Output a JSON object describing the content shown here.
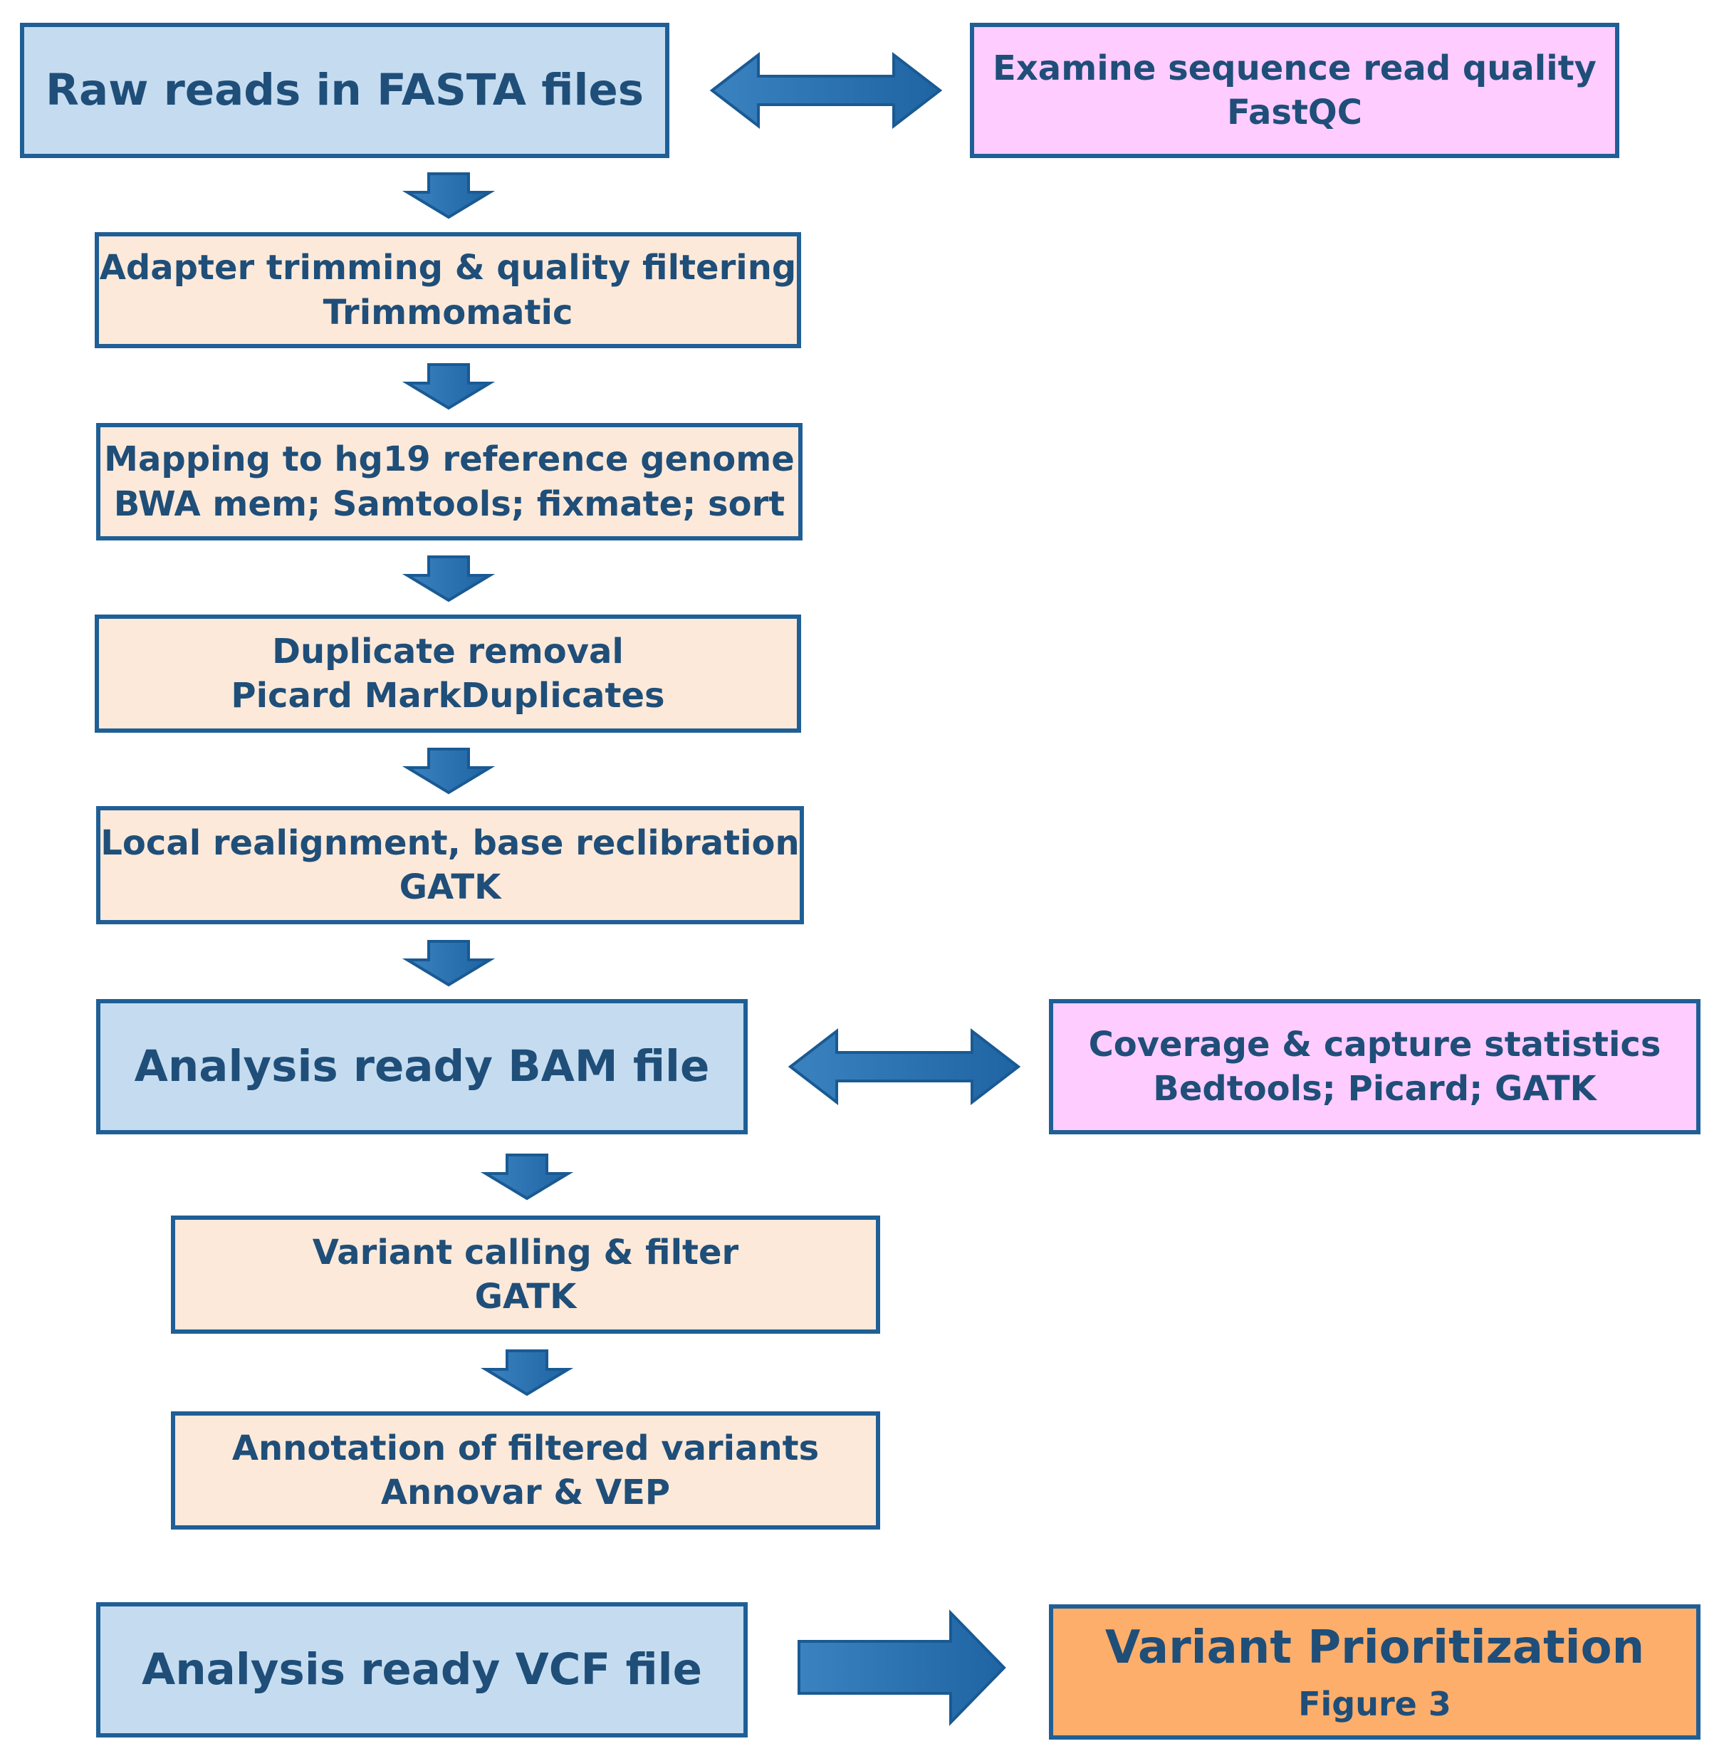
{
  "raw_reads": {
    "title": "Raw reads in FASTA files"
  },
  "fastqc": {
    "line1": "Examine sequence read quality",
    "line2": "FastQC"
  },
  "trimming": {
    "line1": "Adapter trimming & quality filtering",
    "line2": "Trimmomatic"
  },
  "mapping": {
    "line1": "Mapping to hg19 reference genome",
    "line2": "BWA mem; Samtools; fixmate; sort"
  },
  "duplicates": {
    "line1": "Duplicate removal",
    "line2": "Picard MarkDuplicates"
  },
  "realignment": {
    "line1": "Local realignment, base reclibration",
    "line2": "GATK"
  },
  "bam": {
    "title": "Analysis ready BAM file"
  },
  "coverage": {
    "line1": "Coverage & capture statistics",
    "line2": "Bedtools; Picard; GATK"
  },
  "variant_calling": {
    "line1": "Variant calling & filter",
    "line2": "GATK"
  },
  "annotation": {
    "line1": "Annotation of filtered variants",
    "line2": "Annovar & VEP"
  },
  "vcf": {
    "title": "Analysis ready VCF file"
  },
  "prioritization": {
    "title": "Variant Prioritization",
    "subtitle": "Figure 3"
  },
  "colors": {
    "arrow": "#2e75b6",
    "border": "#1f5f96",
    "text": "#1f4e79",
    "blue_box": "#c5dcf0",
    "peach_box": "#fde9d9",
    "pink_box": "#ffccff",
    "orange_box": "#fdae6b"
  }
}
